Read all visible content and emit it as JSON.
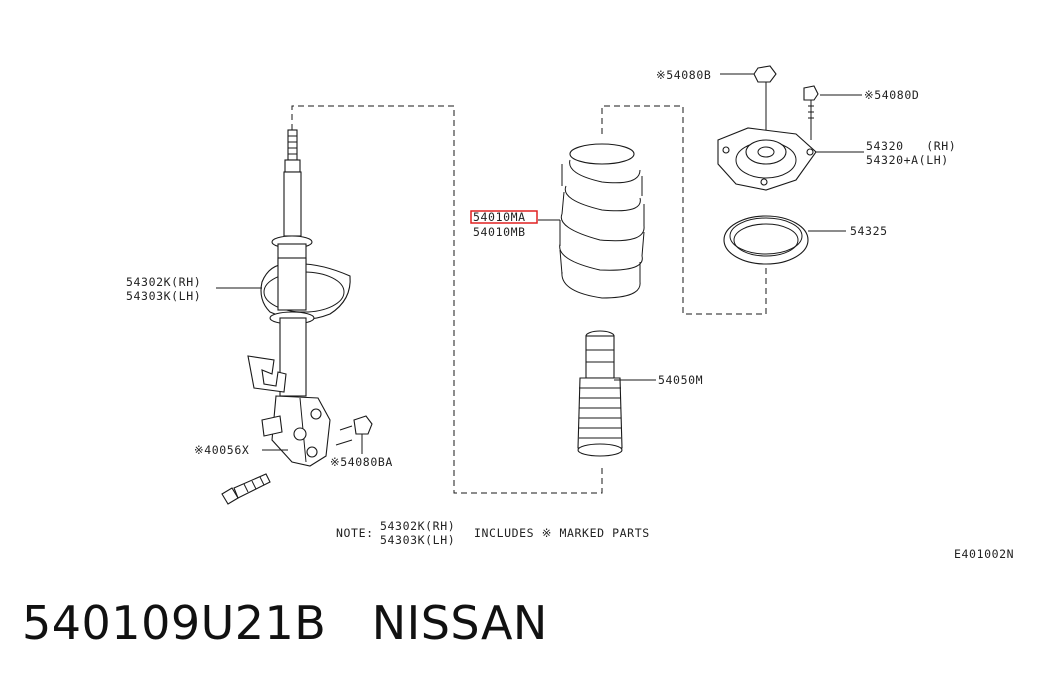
{
  "diagram": {
    "labels": {
      "p54080B": "※54080B",
      "p54080D": "※54080D",
      "p54320_a": "54320   (RH)",
      "p54320_b": "54320+A(LH)",
      "p54325": "54325",
      "p54010MA": "54010MA",
      "p54010MB": "54010MB",
      "p54302K": "54302K(RH)",
      "p54303K": "54303K(LH)",
      "p54050M": "54050M",
      "p40056X": "※40056X",
      "p54080BA": "※54080BA",
      "note_prefix": "NOTE:",
      "note_rh": "54302K(RH)",
      "note_lh": "54303K(LH)",
      "note_text": "INCLUDES ※ MARKED PARTS",
      "diagram_code": "E401002N"
    },
    "highlight_color": "#e02020"
  },
  "caption": {
    "part_number": "540109U21B",
    "brand": "NISSAN"
  }
}
